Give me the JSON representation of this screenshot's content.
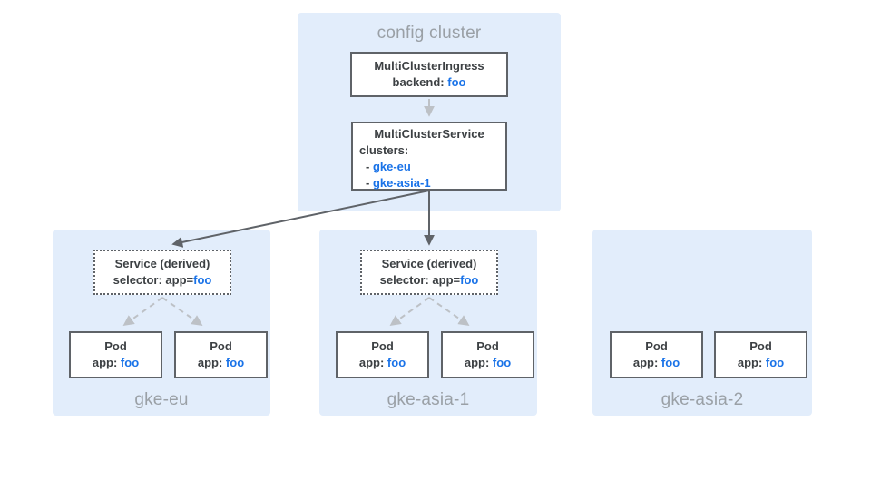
{
  "colors": {
    "panel_bg": "#e2edfb",
    "box_bg": "#ffffff",
    "box_border": "#5f6368",
    "text_dark": "#3c4043",
    "text_blue": "#1a73e8",
    "label_gray": "#9aa0a6",
    "arrow_dark": "#5f6368",
    "arrow_light": "#bdc1c6"
  },
  "config_cluster": {
    "title": "config cluster",
    "ingress_box": {
      "title": "MultiClusterIngress",
      "field_label": "backend: ",
      "field_value": "foo"
    },
    "service_box": {
      "title": "MultiClusterService",
      "field_label": "clusters:",
      "items": [
        {
          "prefix": "- ",
          "name": "gke-eu"
        },
        {
          "prefix": "- ",
          "name": "gke-asia-1"
        }
      ]
    }
  },
  "clusters": [
    {
      "name": "gke-eu",
      "service_box": {
        "title": "Service (derived)",
        "selector_label": "selector: app=",
        "selector_value": "foo"
      },
      "pods": [
        {
          "title": "Pod",
          "field_label": "app: ",
          "field_value": "foo"
        },
        {
          "title": "Pod",
          "field_label": "app: ",
          "field_value": "foo"
        }
      ]
    },
    {
      "name": "gke-asia-1",
      "service_box": {
        "title": "Service (derived)",
        "selector_label": "selector: app=",
        "selector_value": "foo"
      },
      "pods": [
        {
          "title": "Pod",
          "field_label": "app: ",
          "field_value": "foo"
        },
        {
          "title": "Pod",
          "field_label": "app: ",
          "field_value": "foo"
        }
      ]
    },
    {
      "name": "gke-asia-2",
      "pods": [
        {
          "title": "Pod",
          "field_label": "app: ",
          "field_value": "foo"
        },
        {
          "title": "Pod",
          "field_label": "app: ",
          "field_value": "foo"
        }
      ]
    }
  ]
}
